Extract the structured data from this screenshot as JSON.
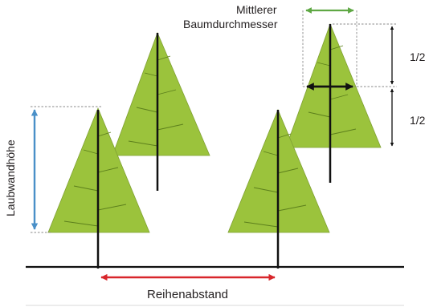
{
  "labels": {
    "diameter": [
      "Mittlerer",
      "Baumdurchmesser"
    ],
    "half_top": "1/2",
    "half_bottom": "1/2",
    "canopy_height": "Laubwandhöhe",
    "row_spacing": "Reihenabstand"
  },
  "colors": {
    "tree_fill": "#9bc33c",
    "tree_vein": "#5c7f1c",
    "trunk": "#111111",
    "ground": "#111111",
    "height_arrow": "#4a90c8",
    "row_spacing_arrow": "#d8262b",
    "diameter_arrow": "#5fa844",
    "guide": "#8a8a8a"
  }
}
